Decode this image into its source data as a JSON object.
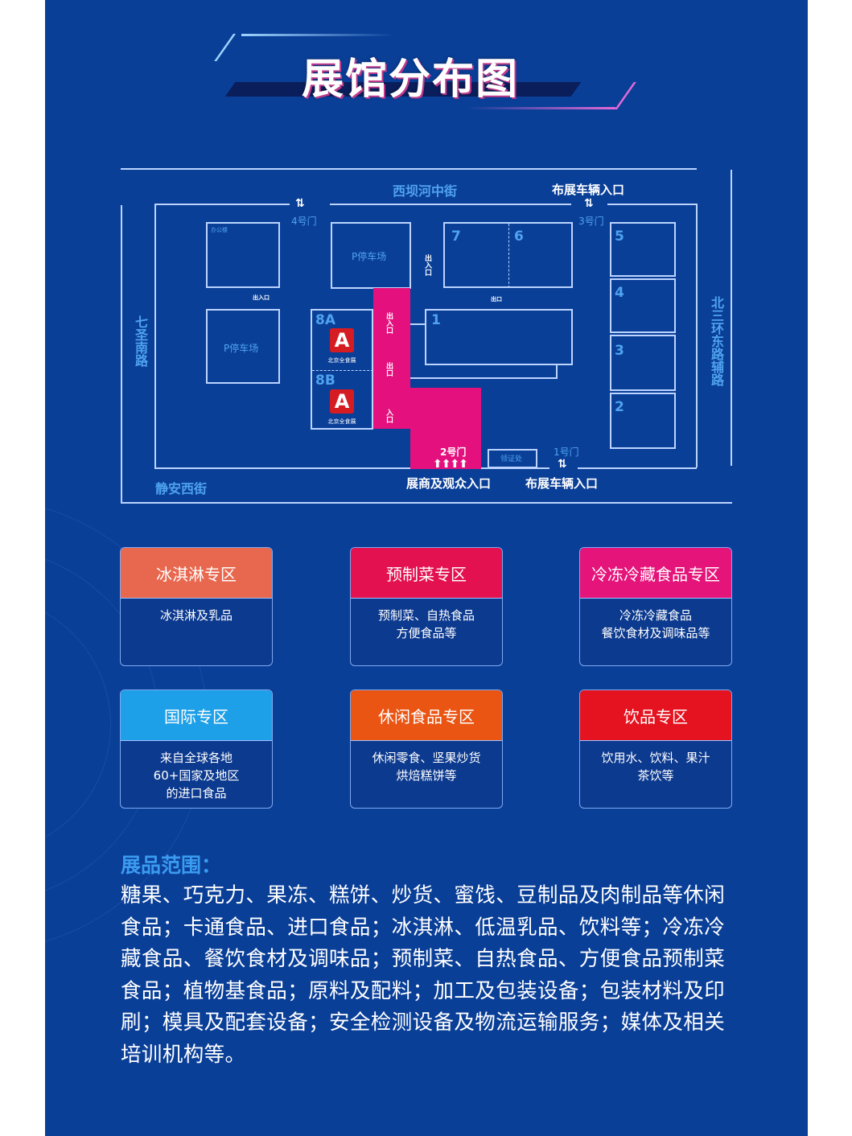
{
  "page": {
    "background_color": "#0a3f98",
    "title": "展馆分布图"
  },
  "map": {
    "roads": {
      "north": "西坝河中街",
      "south": "静安西街",
      "west": "七圣南路",
      "east": "北三环东路辅路"
    },
    "gates": {
      "gate4": "4号门",
      "gate3": "3号门",
      "gate2": "2号门",
      "gate1": "1号门"
    },
    "entrances": {
      "north_vehicle": "布展车辆入口",
      "south_visitor": "展商及观众入口",
      "south_vehicle": "布展车辆入口"
    },
    "buildings": {
      "office": "办公楼",
      "parking_north": "P停车场",
      "parking_west": "P停车场",
      "badge_office": "领证处"
    },
    "halls": [
      "1",
      "2",
      "3",
      "4",
      "5",
      "6",
      "7",
      "8A",
      "8B"
    ],
    "door_labels": {
      "exit_entrance": "出入口",
      "exit": "出口",
      "entrance": "入口"
    },
    "logo_caption": "北京全食展",
    "logo_letter": "A",
    "highlight_color": "#e4107d"
  },
  "zones": [
    {
      "title": "冰淇淋专区",
      "desc": "冰淇淋及乳品",
      "color": "#e8684f"
    },
    {
      "title": "预制菜专区",
      "desc": "预制菜、自热食品\n方便食品等",
      "color": "#e3114f"
    },
    {
      "title": "冷冻冷藏食品专区",
      "desc": "冷冻冷藏食品\n餐饮食材及调味品等",
      "color": "#e5147a"
    },
    {
      "title": "国际专区",
      "desc": "来自全球各地\n60+国家及地区\n的进口食品",
      "color": "#1ea0e8"
    },
    {
      "title": "休闲食品专区",
      "desc": "休闲零食、坚果炒货\n烘焙糕饼等",
      "color": "#ea5514"
    },
    {
      "title": "饮品专区",
      "desc": "饮用水、饮料、果汁\n茶饮等",
      "color": "#e5131f"
    }
  ],
  "scope": {
    "title": "展品范围：",
    "text": "糖果、巧克力、果冻、糕饼、炒货、蜜饯、豆制品及肉制品等休闲食品；卡通食品、进口食品；冰淇淋、低温乳品、饮料等；冷冻冷藏食品、餐饮食材及调味品；预制菜、自热食品、方便食品预制菜食品；植物基食品；原料及配料；加工及包装设备；包装材料及印刷；模具及配套设备；安全检测设备及物流运输服务；媒体及相关培训机构等。"
  }
}
